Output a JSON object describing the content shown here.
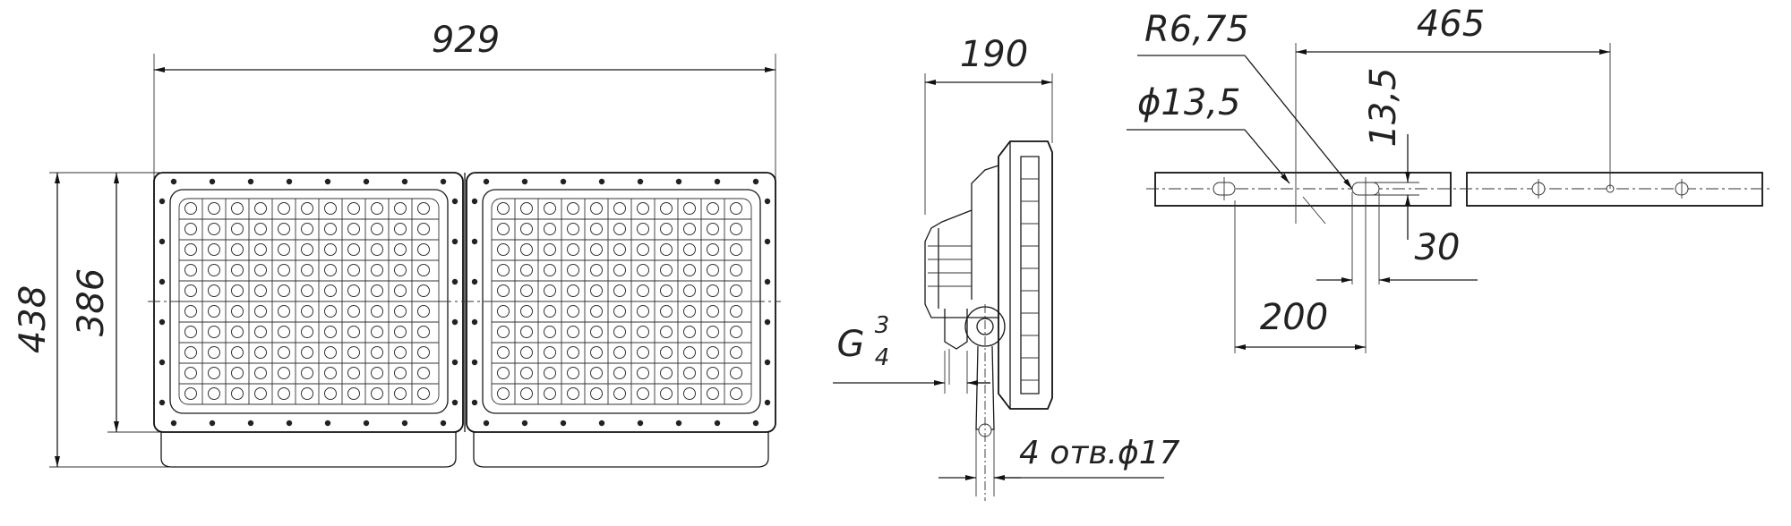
{
  "front_view": {
    "width_label": "929",
    "height_outer_label": "438",
    "height_inner_label": "386"
  },
  "side_view": {
    "depth_label": "190",
    "thread_label_main": "G",
    "thread_label_sup": "3",
    "thread_label_sub": "4",
    "holes_label": "4 отв.ϕ17"
  },
  "bracket_view": {
    "radius_label": "R6,75",
    "length_label": "465",
    "hole_diameter_label": "ϕ13,5",
    "slot_height_label": "13,5",
    "offset_label": "30",
    "spacing_label": "200"
  }
}
